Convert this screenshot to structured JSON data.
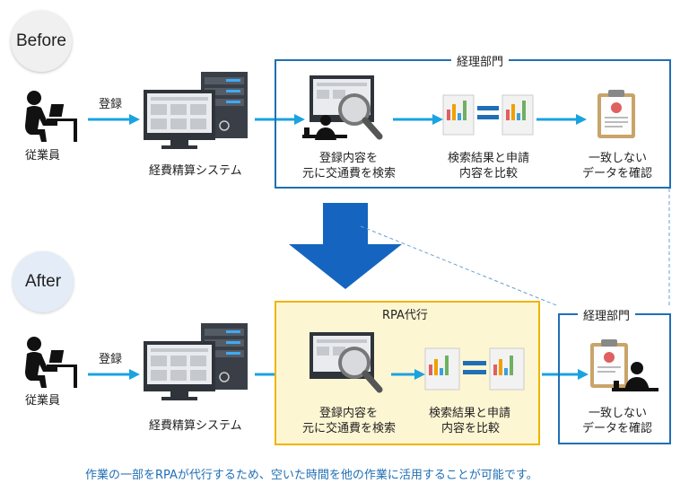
{
  "before": {
    "label": "Before",
    "employee": "従業員",
    "register": "登録",
    "system": "経費精算システム",
    "dept_title": "経理部門",
    "step1": [
      "登録内容を",
      "元に交通費を検索"
    ],
    "step2": [
      "検索結果と申請",
      "内容を比較"
    ],
    "step3": [
      "一致しない",
      "データを確認"
    ]
  },
  "after": {
    "label": "After",
    "employee": "従業員",
    "register": "登録",
    "system": "経費精算システム",
    "rpa_title": "RPA代行",
    "step1": [
      "登録内容を",
      "元に交通費を検索"
    ],
    "step2": [
      "検索結果と申請",
      "内容を比較"
    ],
    "dept_title": "経理部門",
    "step3": [
      "一致しない",
      "データを確認"
    ]
  },
  "caption": "作業の一部をRPAが代行するため、空いた時間を他の作業に活用することが可能です。",
  "colors": {
    "arrow": "#1aa3e0",
    "box_blue": "#1f6fb5",
    "big_arrow": "#1565c0",
    "rpa_bg": "#fdf6d3",
    "rpa_border": "#f0b400"
  }
}
